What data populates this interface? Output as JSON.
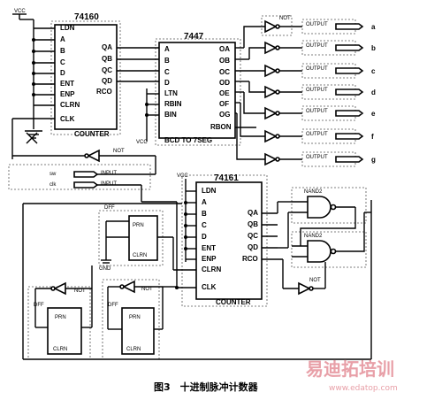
{
  "u74160": {
    "part": "74160",
    "inputs": [
      "LDN",
      "A",
      "B",
      "C",
      "D",
      "ENT",
      "ENP",
      "CLRN",
      "CLK"
    ],
    "outputs": [
      "QA",
      "QB",
      "QC",
      "QD",
      "RCO"
    ],
    "footer": "COUNTER"
  },
  "u7447": {
    "part": "7447",
    "inputs": [
      "A",
      "B",
      "C",
      "D",
      "LTN",
      "RBIN",
      "BIN"
    ],
    "outputs": [
      "OA",
      "OB",
      "OC",
      "OD",
      "OE",
      "OF",
      "OG",
      "RBON"
    ],
    "footer": "BCD TO 7SEG"
  },
  "u74161": {
    "part": "74161",
    "inputs": [
      "LDN",
      "A",
      "B",
      "C",
      "D",
      "ENT",
      "ENP",
      "CLRN",
      "CLK"
    ],
    "outputs": [
      "QA",
      "QB",
      "QC",
      "QD",
      "RCO"
    ],
    "footer": "COUNTER"
  },
  "output_pins": [
    "a",
    "b",
    "c",
    "d",
    "e",
    "f",
    "g"
  ],
  "output_label": "OUTPUT",
  "not_label": "NOT",
  "nand_label": "NAND2",
  "input_label": "INPUT",
  "vcc_label": "VCC",
  "gnd_label": "GND",
  "inputs": [
    "sw",
    "clk"
  ],
  "dff_label": "DFF",
  "dff_prn": "PRN",
  "dff_clrn": "CLRN",
  "caption": "图3　十进制脉冲计数器",
  "watermark": "易迪拓培训",
  "watermark_url": "www.edatop.com"
}
